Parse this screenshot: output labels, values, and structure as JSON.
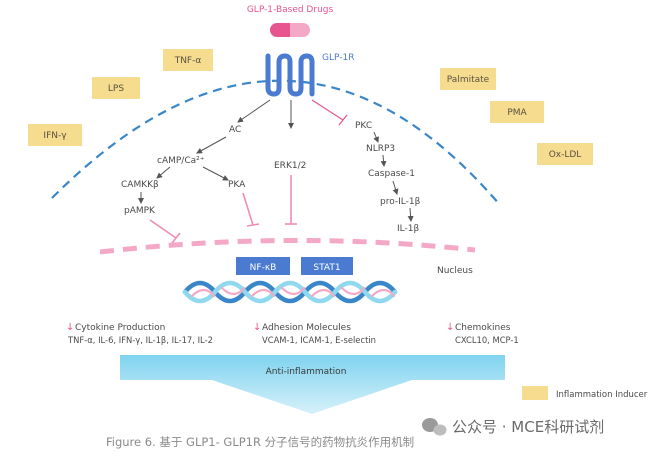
{
  "drug": {
    "title": "GLP-1-Based Drugs",
    "color": "#e8548f"
  },
  "receptor": {
    "label": "GLP-1R",
    "color": "#4a7bd1"
  },
  "inducers": {
    "color": "#f6dc8e",
    "tnf": "TNF-α",
    "lps": "LPS",
    "ifn": "IFN-γ",
    "palmitate": "Palmitate",
    "pma": "PMA",
    "oxldl": "Ox-LDL"
  },
  "pathway": {
    "ac": "AC",
    "camp": "cAMP/Ca²⁺",
    "camkkb": "CAMKKβ",
    "pampk": "pAMPK",
    "pka": "PKA",
    "erk": "ERK1/2",
    "pkc": "PKC",
    "nlrp3": "NLRP3",
    "caspase": "Caspase-1",
    "proil": "pro-IL-1β",
    "il1b": "IL-1β"
  },
  "nucleus": {
    "label": "Nucleus",
    "nfkb": "NF-κB",
    "stat1": "STAT1",
    "tf_color": "#4a7bd1"
  },
  "effects": {
    "cytokine_title": "Cytokine Production",
    "cytokine_list": "TNF-α, IL-6, IFN-γ, IL-1β, IL-17, IL-2",
    "adhesion_title": "Adhesion Molecules",
    "adhesion_list": "VCAM-1, ICAM-1, E-selectin",
    "chemokine_title": "Chemokines",
    "chemokine_list": "CXCL10, MCP-1",
    "down_arrow_color": "#e8548f"
  },
  "anti": {
    "label": "Anti-inflammation"
  },
  "legend": {
    "label": "Inflammation Inducer"
  },
  "watermark": {
    "text": "公众号 · MCE科研试剂"
  },
  "caption": {
    "text": "Figure 6. 基于 GLP1- GLP1R 分子信号的药物抗炎作用机制"
  }
}
